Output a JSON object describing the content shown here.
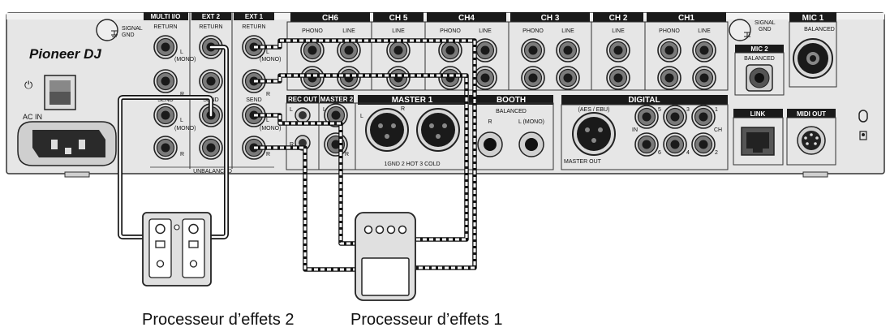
{
  "brand": {
    "logo": "Pioneer DJ"
  },
  "left": {
    "signal_gnd": "SIGNAL\nGND",
    "ac_in": "AC IN",
    "power_symbol": "⏻"
  },
  "sections": {
    "multi_io": "MULTI I/O",
    "ext2": "EXT 2",
    "ext1": "EXT 1",
    "ch6": "CH6",
    "ch5": "CH 5",
    "ch4": "CH4",
    "ch3": "CH 3",
    "ch2": "CH 2",
    "ch1": "CH1",
    "mic1": "MIC 1",
    "mic2": "MIC 2",
    "rec_out": "REC OUT",
    "master2": "MASTER 2",
    "master1": "MASTER 1",
    "booth": "BOOTH",
    "digital": "DIGITAL",
    "link": "LINK",
    "midi_out": "MIDI OUT"
  },
  "labels": {
    "return": "RETURN",
    "send": "SEND",
    "phono": "PHONO",
    "line": "LINE",
    "balanced": "BALANCED",
    "unbalanced": "UNBALANCED",
    "l": "L",
    "r": "R",
    "mono": "(MONO)",
    "l_mono": "L (MONO)",
    "signal_gnd": "SIGNAL\nGND",
    "master_out": "MASTER OUT",
    "aes_ebu": "(AES / EBU)",
    "in": "IN",
    "ch": "CH",
    "pin_info": "1GND  2 HOT  3 COLD",
    "digital_nums": [
      "5",
      "3",
      "1",
      "6",
      "4",
      "2"
    ]
  },
  "captions": {
    "effects2": "Processeur d’effets 2",
    "effects1": "Processeur d’effets 1"
  }
}
